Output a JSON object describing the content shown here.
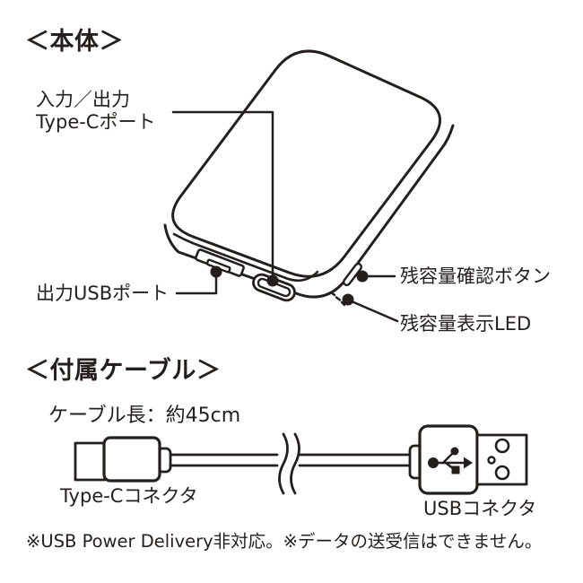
{
  "page": {
    "background": "#ffffff",
    "ink_color": "#241f1c"
  },
  "body_section": {
    "title": "＜本体＞",
    "labels": {
      "typec_port_line1": "入力／出力",
      "typec_port_line2": "Type-Cポート",
      "usb_port": "出力USBポート",
      "check_button": "残容量確認ボタン",
      "led": "残容量表示LED"
    }
  },
  "cable_section": {
    "title": "＜付属ケーブル＞",
    "cable_length": "ケーブル長：約45cm",
    "typec_connector": "Type-Cコネクタ",
    "usb_connector": "USBコネクタ"
  },
  "footnote": "※USB Power Delivery非対応。※データの送受信はできません。",
  "icons": {
    "usb_trident": "usb-trident-icon",
    "cable_break": "cable-break-icon"
  }
}
